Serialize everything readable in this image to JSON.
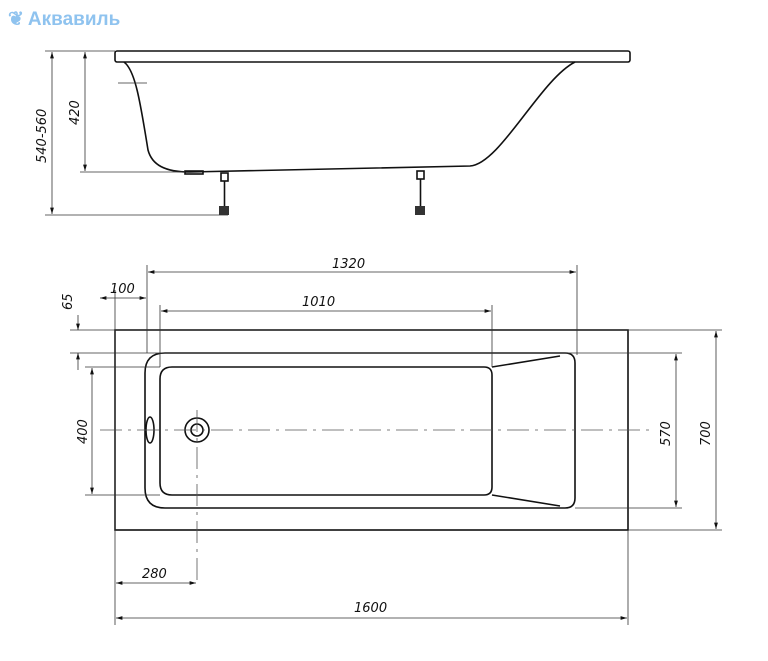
{
  "logo": {
    "text": "Аквавиль",
    "icon": "bird-icon"
  },
  "side_view": {
    "height_total": "540-560",
    "depth": "420"
  },
  "top_view": {
    "length_1320": "1320",
    "length_1010": "1010",
    "offset_100": "100",
    "offset_65": "65",
    "width_400": "400",
    "width_570": "570",
    "width_700": "700",
    "drain_280": "280",
    "length_1600": "1600"
  },
  "colors": {
    "logo": "#8fc3ef",
    "lines": "#111111"
  }
}
